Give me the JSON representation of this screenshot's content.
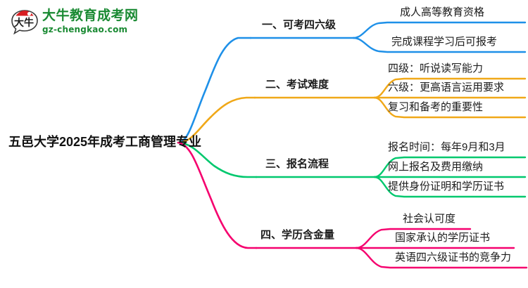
{
  "logo": {
    "mark_name": "daniu-speech-bubble-logo",
    "cn_text": "大牛教育成考网",
    "en_text": "gz-chengkao.com",
    "mark_text": "大牛",
    "color_green": "#1a8a33",
    "color_red": "#d81e22"
  },
  "root": {
    "title": "五邑大学2025年成考工商管理专业"
  },
  "colors": {
    "branch1": "#1e90e8",
    "branch2": "#f0a818",
    "branch3": "#00c86e",
    "branch4": "#f5006e",
    "text": "#1c1c1c"
  },
  "branches": [
    {
      "label": "一、可考四六级",
      "color": "#1e90e8",
      "leaves": [
        {
          "label": "成人高等教育资格"
        },
        {
          "label": "完成课程学习后可报考"
        }
      ]
    },
    {
      "label": "二、考试难度",
      "color": "#f0a818",
      "leaves": [
        {
          "label": "四级：听说读写能力"
        },
        {
          "label": "六级：更高语言运用要求"
        },
        {
          "label": "复习和备考的重要性"
        }
      ]
    },
    {
      "label": "三、报名流程",
      "color": "#00c86e",
      "leaves": [
        {
          "label": "报名时间：每年9月和3月"
        },
        {
          "label": "网上报名及费用缴纳"
        },
        {
          "label": "提供身份证明和学历证书"
        }
      ]
    },
    {
      "label": "四、学历含金量",
      "color": "#f5006e",
      "leaves": [
        {
          "label": "社会认可度"
        },
        {
          "label": "国家承认的学历证书"
        },
        {
          "label": "英语四六级证书的竞争力"
        }
      ]
    }
  ]
}
